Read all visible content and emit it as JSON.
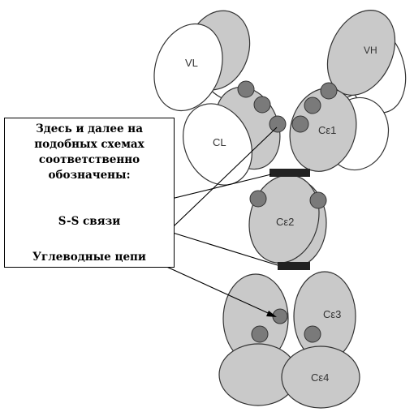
{
  "legend": {
    "title": "Здесь и далее на подобных схемах соответственно обозначены:",
    "ss_bonds": "S-S связи",
    "carbohydrate_chains": "Углеводные цепи"
  },
  "domains": {
    "vl": "VL",
    "vh": "VH",
    "cl": "CL",
    "ce1": "Cε1",
    "ce2": "Cε2",
    "ce3": "Cε3",
    "ce4": "Cε4"
  },
  "colors": {
    "domain_fill": "#c9c9c9",
    "light_chain_fill": "#ffffff",
    "dot_fill": "#7a7a7a",
    "bond": "#222222",
    "outline": "#333333"
  }
}
